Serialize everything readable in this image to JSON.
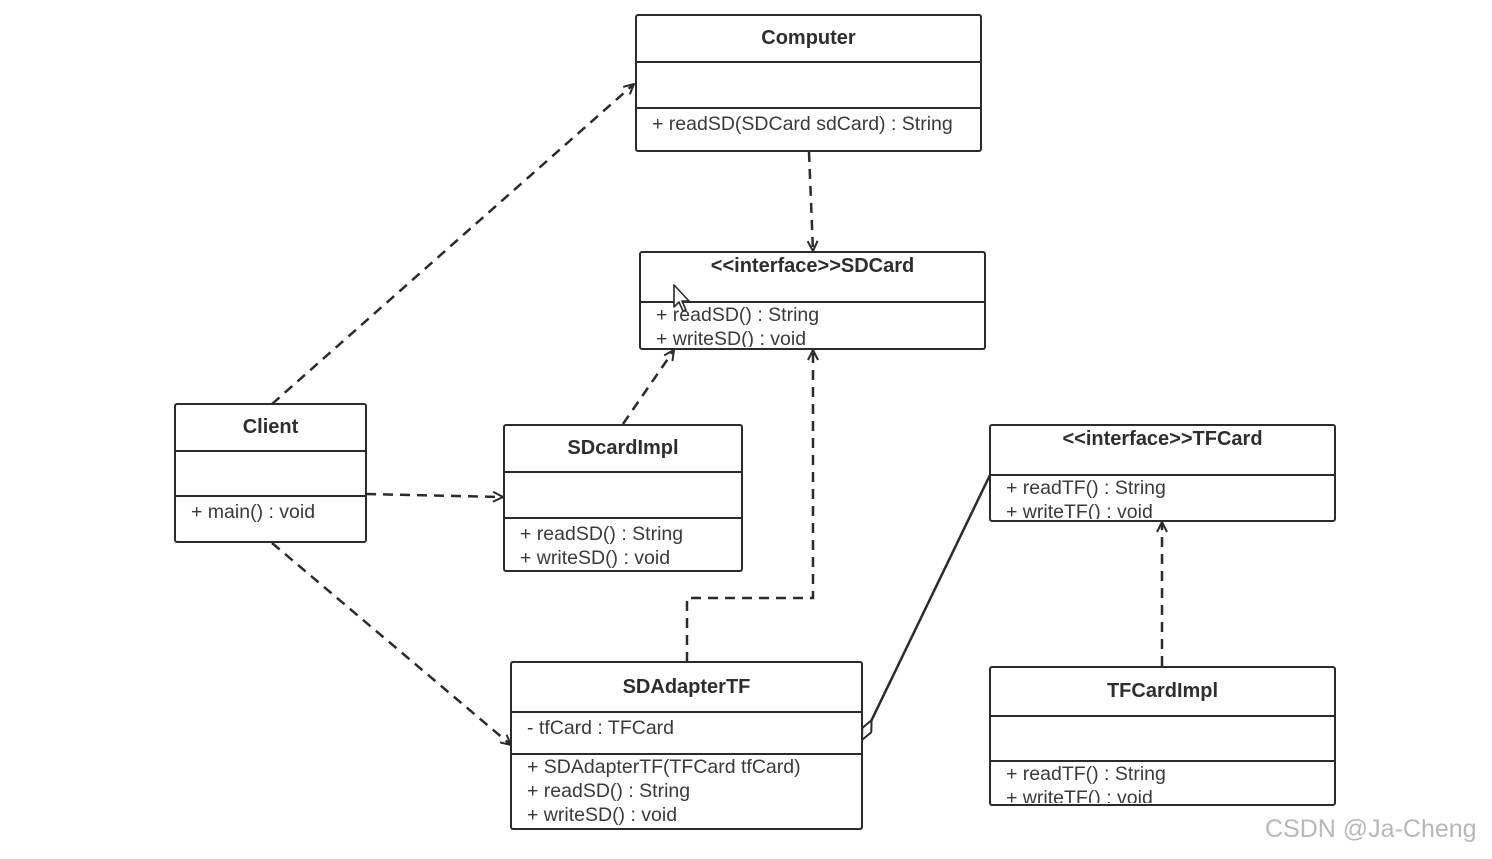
{
  "classes": {
    "computer": {
      "name": "Computer",
      "attributes": [],
      "methods": [
        "+ readSD(SDCard sdCard) : String"
      ]
    },
    "sdcard": {
      "name": "<<interface>>SDCard",
      "methods": [
        "+ readSD() : String",
        "+ writeSD() : void"
      ]
    },
    "client": {
      "name": "Client",
      "attributes": [],
      "methods": [
        "+ main() : void"
      ]
    },
    "sdcardimpl": {
      "name": "SDcardImpl",
      "attributes": [],
      "methods": [
        "+ readSD() : String",
        "+ writeSD() : void"
      ]
    },
    "tfcard": {
      "name": "<<interface>>TFCard",
      "methods": [
        "+ readTF() : String",
        "+ writeTF() : void"
      ]
    },
    "sdadaptertf": {
      "name": "SDAdapterTF",
      "attributes": [
        "- tfCard : TFCard"
      ],
      "methods": [
        "+ SDAdapterTF(TFCard tfCard)",
        "+ readSD() : String",
        "+ writeSD() : void"
      ]
    },
    "tfcardimpl": {
      "name": "TFCardImpl",
      "attributes": [],
      "methods": [
        "+ readTF() : String",
        "+ writeTF() : void"
      ]
    }
  },
  "relations": [
    {
      "from": "Client",
      "to": "Computer",
      "type": "dependency"
    },
    {
      "from": "Client",
      "to": "SDcardImpl",
      "type": "dependency"
    },
    {
      "from": "Client",
      "to": "SDAdapterTF",
      "type": "dependency"
    },
    {
      "from": "Computer",
      "to": "SDCard",
      "type": "dependency"
    },
    {
      "from": "SDcardImpl",
      "to": "SDCard",
      "type": "realization"
    },
    {
      "from": "SDAdapterTF",
      "to": "SDCard",
      "type": "realization"
    },
    {
      "from": "TFCardImpl",
      "to": "TFCard",
      "type": "realization"
    },
    {
      "from": "SDAdapterTF",
      "to": "TFCard",
      "type": "aggregation"
    }
  ],
  "watermark": "CSDN @Ja-Cheng",
  "colors": {
    "line": "#2b2b2b",
    "background": "#ffffff",
    "watermark": "#b8b8b8"
  }
}
